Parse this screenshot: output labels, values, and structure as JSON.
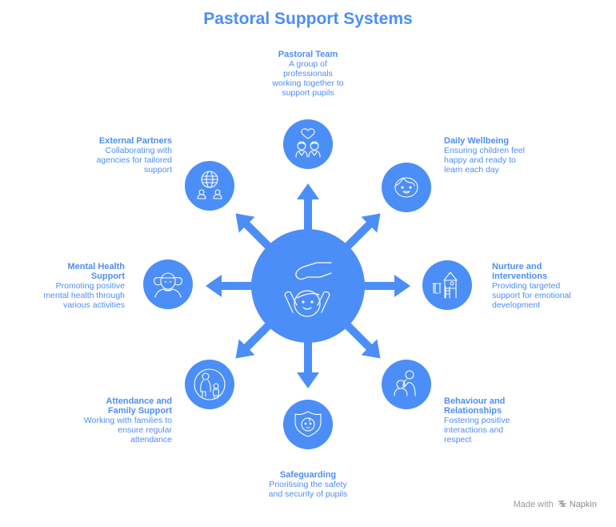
{
  "title": "Pastoral Support Systems",
  "colors": {
    "accent": "#4c8ef7",
    "icon_stroke": "#ffffff",
    "footer": "#9a9a9a"
  },
  "center": {
    "icon": "hand-over-child-icon"
  },
  "nodes": [
    {
      "id": "pastoral-team",
      "heading": "Pastoral Team",
      "description": "A group of professionals working together to support pupils",
      "icon": "team-heart-icon"
    },
    {
      "id": "daily-wellbeing",
      "heading": "Daily Wellbeing",
      "description": "Ensuring children feel happy and ready to learn each day",
      "icon": "smiling-child-icon"
    },
    {
      "id": "nurture-interventions",
      "heading": "Nurture and Interventions",
      "description": "Providing targeted support for emotional development",
      "icon": "playhouse-icon"
    },
    {
      "id": "behaviour-relationships",
      "heading": "Behaviour and Relationships",
      "description": "Fostering positive interactions and respect",
      "icon": "adult-child-icon"
    },
    {
      "id": "safeguarding",
      "heading": "Safeguarding",
      "description": "Prioritising the safety and security of pupils",
      "icon": "shield-child-icon"
    },
    {
      "id": "attendance-family",
      "heading": "Attendance and Family Support",
      "description": "Working with families to ensure regular attendance",
      "icon": "parent-child-icon"
    },
    {
      "id": "mental-health",
      "heading": "Mental Health Support",
      "description": "Promoting positive mental health through various activities",
      "icon": "girl-icon"
    },
    {
      "id": "external-partners",
      "heading": "External Partners",
      "description": "Collaborating with agencies for tailored support",
      "icon": "globe-people-icon"
    }
  ],
  "footer": {
    "prefix": "Made with",
    "brand": "Napkin",
    "icon": "napkin-logo-icon"
  }
}
